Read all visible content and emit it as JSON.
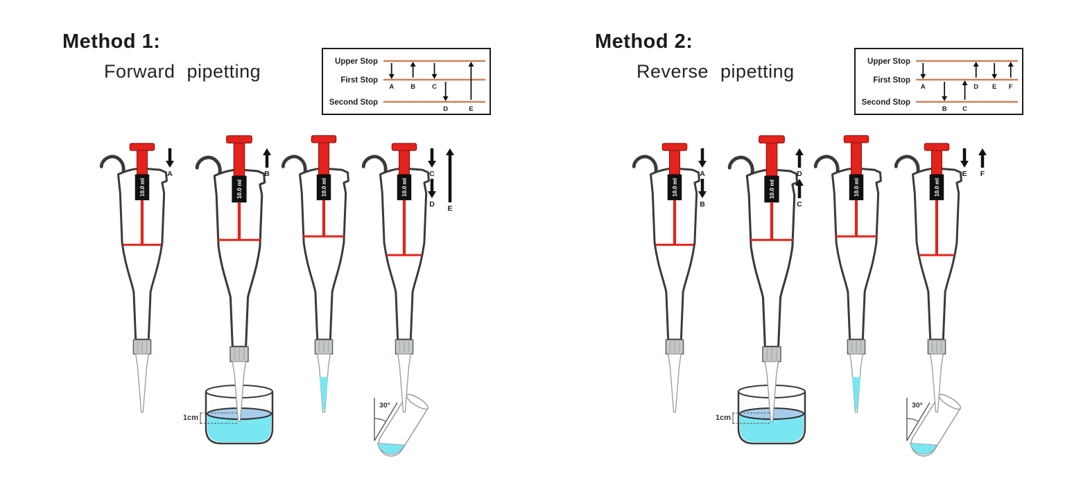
{
  "colors": {
    "outline": "#3a3a3a",
    "red": "#e3231c",
    "red_dark": "#8f1210",
    "stop_line": "#c98258",
    "liquid": "#79e7f2",
    "surface": "#a8cdec",
    "collar": "#c5c9c5",
    "tip_stroke": "#98a0a6",
    "text": "#1d1d1f",
    "annotation": "#666666"
  },
  "panels": [
    {
      "title": "Method 1:",
      "subtitle": "Forward pipetting",
      "inset": {
        "stops": [
          "Upper Stop",
          "First Stop",
          "Second Stop"
        ],
        "arrows": [
          {
            "label": "A",
            "dir": "down",
            "from": "upper",
            "to": "first",
            "x": 0.08
          },
          {
            "label": "B",
            "dir": "up",
            "from": "first",
            "to": "upper",
            "x": 0.29
          },
          {
            "label": "C",
            "dir": "down",
            "from": "upper",
            "to": "first",
            "x": 0.5
          },
          {
            "label": "D",
            "dir": "down",
            "from": "first",
            "to": "second",
            "x": 0.61
          },
          {
            "label": "E",
            "dir": "up",
            "from": "second",
            "to": "upper",
            "x": 0.86
          }
        ]
      },
      "pipettes": [
        {
          "display": "10.0 ml",
          "plunger": "pressed",
          "piston": 173,
          "tip": "empty",
          "arrows": [
            {
              "label": "A",
              "dir": "down",
              "col": 0,
              "row": 0
            }
          ]
        },
        {
          "display": "10.0 ml",
          "plunger": "up",
          "piston": 160,
          "tip": "in-beaker",
          "arrows": [
            {
              "label": "B",
              "dir": "up",
              "col": 0,
              "row": 0
            }
          ]
        },
        {
          "display": "10.0 ml",
          "plunger": "up",
          "piston": 160,
          "tip": "filled",
          "arrows": []
        },
        {
          "display": "10.0 ml",
          "plunger": "pressed",
          "piston": 189,
          "tip": "over-tube",
          "arrows": [
            {
              "label": "C",
              "dir": "down",
              "col": 0,
              "row": 0
            },
            {
              "label": "D",
              "dir": "down",
              "col": 0,
              "row": 1
            },
            {
              "label": "E",
              "dir": "up",
              "col": 1,
              "tall": true
            }
          ]
        }
      ],
      "depth_label": "1cm",
      "angle_label": "30°"
    },
    {
      "title": "Method 2:",
      "subtitle": "Reverse pipetting",
      "inset": {
        "stops": [
          "Upper Stop",
          "First Stop",
          "Second Stop"
        ],
        "arrows": [
          {
            "label": "A",
            "dir": "down",
            "from": "upper",
            "to": "first",
            "x": 0.07
          },
          {
            "label": "B",
            "dir": "down",
            "from": "first",
            "to": "second",
            "x": 0.28
          },
          {
            "label": "C",
            "dir": "up",
            "from": "second",
            "to": "first",
            "x": 0.48
          },
          {
            "label": "D",
            "dir": "up",
            "from": "first",
            "to": "upper",
            "x": 0.59
          },
          {
            "label": "E",
            "dir": "down",
            "from": "upper",
            "to": "first",
            "x": 0.77
          },
          {
            "label": "F",
            "dir": "up",
            "from": "first",
            "to": "upper",
            "x": 0.93
          }
        ]
      },
      "pipettes": [
        {
          "display": "10.0 ml",
          "plunger": "pressed",
          "piston": 173,
          "tip": "empty",
          "arrows": [
            {
              "label": "A",
              "dir": "down",
              "col": 0,
              "row": 0
            },
            {
              "label": "B",
              "dir": "down",
              "col": 0,
              "row": 1
            }
          ]
        },
        {
          "display": "10.0 ml",
          "plunger": "up",
          "piston": 160,
          "tip": "in-beaker",
          "arrows": [
            {
              "label": "D",
              "dir": "up",
              "col": 0,
              "row": 0
            },
            {
              "label": "C",
              "dir": "up",
              "col": 0,
              "row": 1
            }
          ]
        },
        {
          "display": "10.0 ml",
          "plunger": "up",
          "piston": 160,
          "tip": "filled",
          "arrows": []
        },
        {
          "display": "10.0 ml",
          "plunger": "pressed",
          "piston": 189,
          "tip": "over-tube",
          "arrows": [
            {
              "label": "E",
              "dir": "down",
              "col": 0,
              "row": 0
            },
            {
              "label": "F",
              "dir": "up",
              "col": 1,
              "row": 0
            }
          ]
        }
      ],
      "depth_label": "1cm",
      "angle_label": "30°"
    }
  ]
}
